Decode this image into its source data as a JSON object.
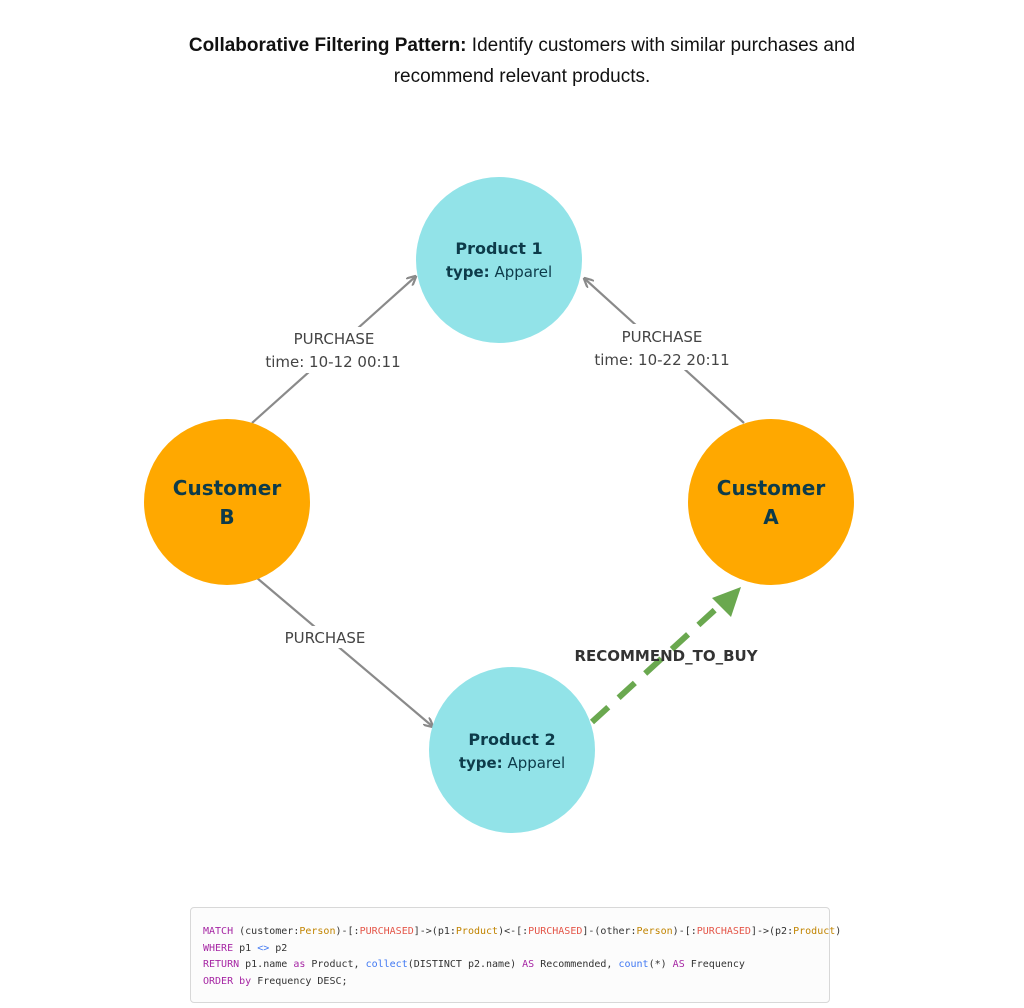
{
  "caption": {
    "bold": "Collaborative Filtering Pattern:",
    "text": " Identify customers with similar purchases and recommend relevant products."
  },
  "nodes": {
    "product1": {
      "title": "Product 1",
      "type_key": "type:",
      "type_value": " Apparel"
    },
    "product2": {
      "title": "Product 2",
      "type_key": "type:",
      "type_value": " Apparel"
    },
    "customer_b": {
      "line1": "Customer",
      "line2": "B"
    },
    "customer_a": {
      "line1": "Customer",
      "line2": "A"
    }
  },
  "edges": {
    "b_to_p1": {
      "label": "PURCHASE",
      "time": "time: 10-12 00:11"
    },
    "a_to_p1": {
      "label": "PURCHASE",
      "time": "time: 10-22 20:11"
    },
    "b_to_p2": {
      "label": "PURCHASE"
    },
    "p2_to_a": {
      "label": "RECOMMEND_TO_BUY"
    }
  },
  "colors": {
    "product": "#92e3e8",
    "customer": "#ffa800",
    "text_dark": "#0d3b4a",
    "arrow": "#8a8a8a",
    "recommend": "#6aa84f"
  },
  "code": {
    "line1": [
      {
        "t": "MATCH",
        "c": "kw"
      },
      {
        "t": " (customer:",
        "c": ""
      },
      {
        "t": "Person",
        "c": "lb"
      },
      {
        "t": ")-[:",
        "c": ""
      },
      {
        "t": "PURCHASED",
        "c": "rel"
      },
      {
        "t": "]->(p1:",
        "c": ""
      },
      {
        "t": "Product",
        "c": "lb"
      },
      {
        "t": ")<-[:",
        "c": ""
      },
      {
        "t": "PURCHASED",
        "c": "rel"
      },
      {
        "t": "]-(other:",
        "c": ""
      },
      {
        "t": "Person",
        "c": "lb"
      },
      {
        "t": ")-[:",
        "c": ""
      },
      {
        "t": "PURCHASED",
        "c": "rel"
      },
      {
        "t": "]->(p2:",
        "c": ""
      },
      {
        "t": "Product",
        "c": "lb"
      },
      {
        "t": ")",
        "c": ""
      }
    ],
    "line2": [
      {
        "t": "WHERE",
        "c": "kw"
      },
      {
        "t": " p1 ",
        "c": ""
      },
      {
        "t": "<>",
        "c": "fn"
      },
      {
        "t": " p2",
        "c": ""
      }
    ],
    "line3": [
      {
        "t": "RETURN",
        "c": "kw"
      },
      {
        "t": " p1.name ",
        "c": ""
      },
      {
        "t": "as",
        "c": "kw"
      },
      {
        "t": " Product, ",
        "c": ""
      },
      {
        "t": "collect",
        "c": "fn"
      },
      {
        "t": "(DISTINCT p2.name) ",
        "c": ""
      },
      {
        "t": "AS",
        "c": "kw"
      },
      {
        "t": " Recommended, ",
        "c": ""
      },
      {
        "t": "count",
        "c": "fn"
      },
      {
        "t": "(*) ",
        "c": ""
      },
      {
        "t": "AS",
        "c": "kw"
      },
      {
        "t": " Frequency",
        "c": ""
      }
    ],
    "line4": [
      {
        "t": "ORDER by",
        "c": "kw"
      },
      {
        "t": " Frequency DESC;",
        "c": ""
      }
    ]
  }
}
